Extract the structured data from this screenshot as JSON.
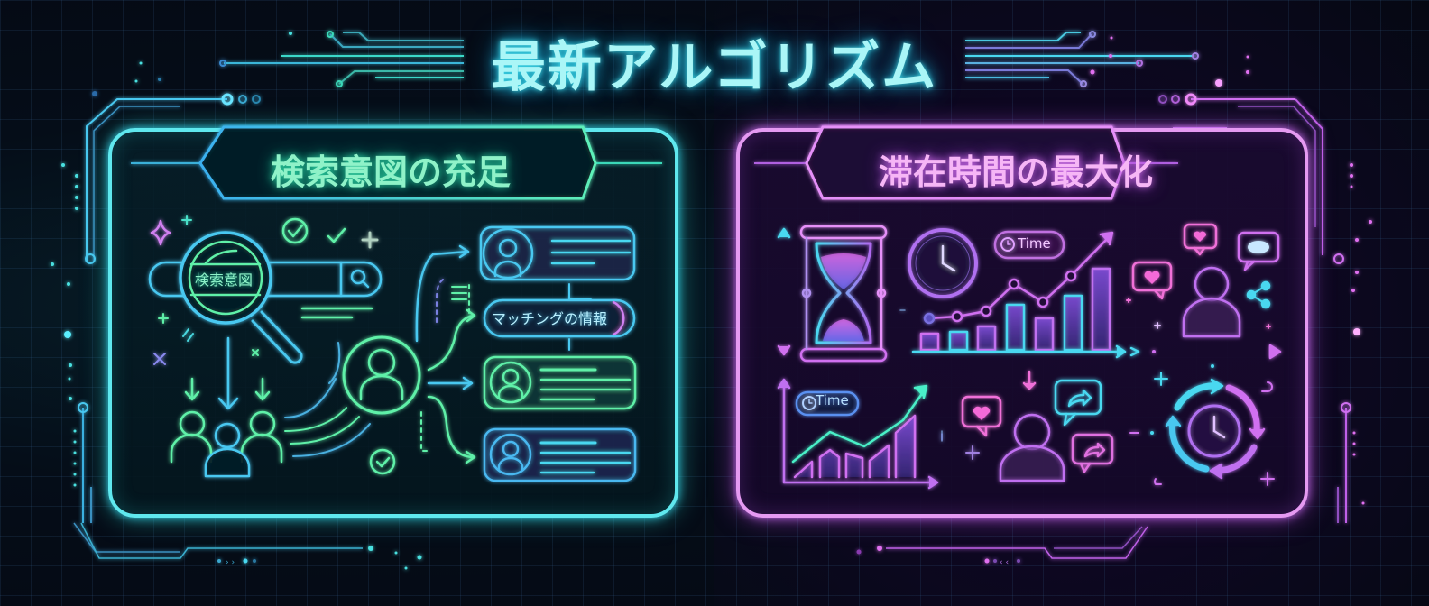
{
  "title": "最新アルゴリズム",
  "colors": {
    "background": "#050b16",
    "title_glow": "#aaf6f7",
    "left_accent": "#5fe8ee",
    "left_green": "#5ef0a8",
    "right_accent": "#e59af2",
    "right_purple": "#b06af0",
    "pink": "#f46ad8",
    "cyan": "#4ad8f0"
  },
  "panels": [
    {
      "id": "left",
      "heading": "検索意図の充足",
      "theme": "cyan-green",
      "elements": {
        "search_bar_label": "検索意図",
        "matching_label": "マッチングの情報",
        "icons": [
          "sparkle-icon",
          "check-bubble-icon",
          "check-icon",
          "plus-icon",
          "magnifier-icon",
          "search-bar-icon",
          "user-group-icon",
          "user-circle-icon",
          "profile-card-icon",
          "profile-card-icon",
          "profile-card-icon",
          "check-circle-icon",
          "down-arrow-icon"
        ]
      }
    },
    {
      "id": "right",
      "heading": "滞在時間の最大化",
      "theme": "purple-pink",
      "elements": {
        "time_badge_top": "Time",
        "time_badge_bottom": "Time",
        "icons": [
          "hourglass-icon",
          "clock-icon",
          "bar-line-chart-icon",
          "like-bubble-icon",
          "comment-bubble-icon",
          "share-icon",
          "user-icon",
          "growth-area-chart-icon",
          "share-bubble-icon",
          "cycle-clock-icon",
          "up-down-arrow-icon"
        ]
      }
    }
  ]
}
